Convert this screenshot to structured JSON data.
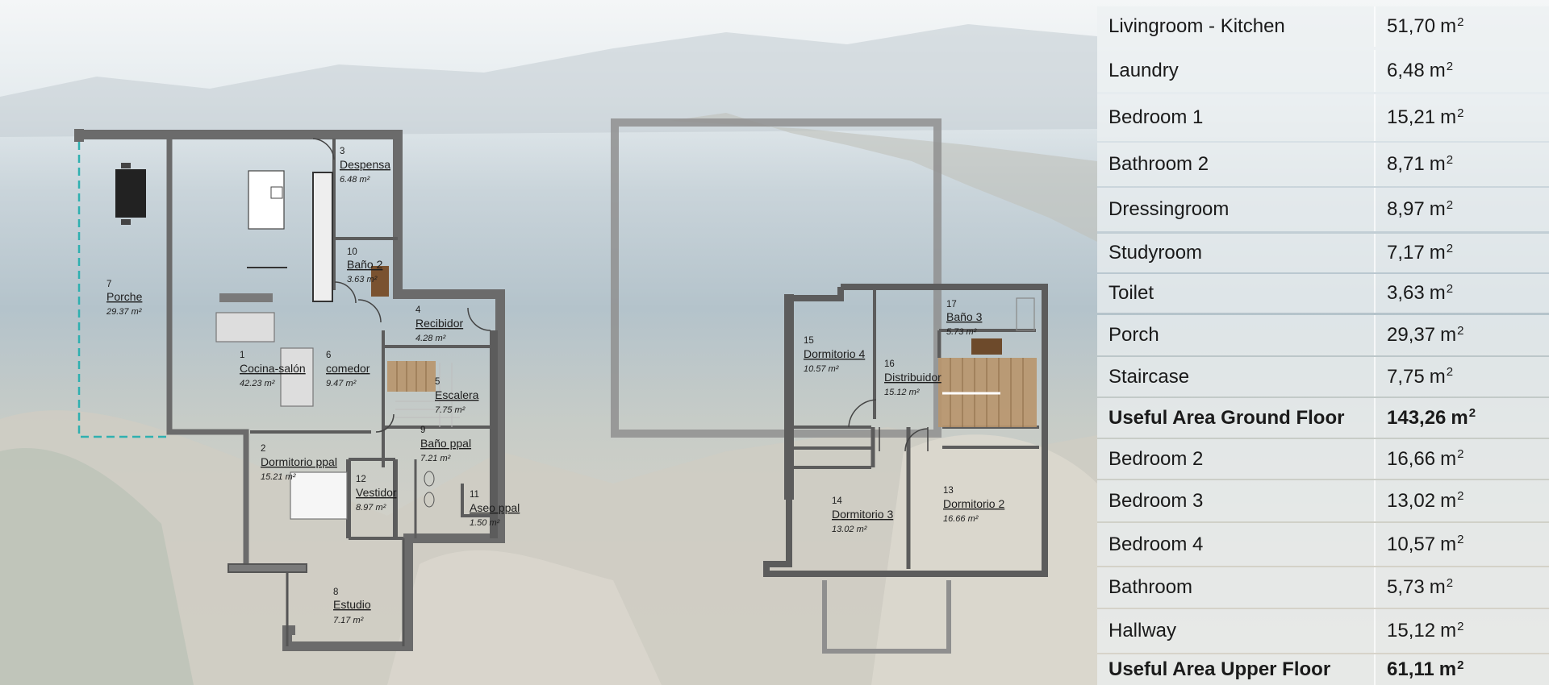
{
  "ground_floor_plan": {
    "rooms": [
      {
        "number": "7",
        "name": "Porche",
        "area": "29.37 m²"
      },
      {
        "number": "3",
        "name": "Despensa",
        "area": "6.48 m²"
      },
      {
        "number": "10",
        "name": "Baño 2",
        "area": "3.63 m²"
      },
      {
        "number": "4",
        "name": "Recibidor",
        "area": "4.28 m²"
      },
      {
        "number": "1",
        "name": "Cocina-salón",
        "area": "42.23 m²"
      },
      {
        "number": "6",
        "name": "comedor",
        "area": "9.47 m²"
      },
      {
        "number": "5",
        "name": "Escalera",
        "area": "7.75 m²"
      },
      {
        "number": "9",
        "name": "Baño ppal",
        "area": "7.21 m²"
      },
      {
        "number": "2",
        "name": "Dormitorio ppal",
        "area": "15.21 m²"
      },
      {
        "number": "12",
        "name": "Vestidor",
        "area": "8.97 m²"
      },
      {
        "number": "11",
        "name": "Aseo ppal",
        "area": "1.50 m²"
      },
      {
        "number": "8",
        "name": "Estudio",
        "area": "7.17 m²"
      }
    ]
  },
  "upper_floor_plan": {
    "rooms": [
      {
        "number": "17",
        "name": "Baño 3",
        "area": "5.73 m²"
      },
      {
        "number": "15",
        "name": "Dormitorio 4",
        "area": "10.57 m²"
      },
      {
        "number": "16",
        "name": "Distribuidor",
        "area": "15.12 m²"
      },
      {
        "number": "14",
        "name": "Dormitorio 3",
        "area": "13.02 m²"
      },
      {
        "number": "13",
        "name": "Dormitorio 2",
        "area": "16.66 m²"
      }
    ]
  },
  "area_table": {
    "unit": "m",
    "unit_exponent": "2",
    "rows": [
      {
        "label": "Livingroom - Kitchen",
        "value": "51,70",
        "total": false
      },
      {
        "label": "Laundry",
        "value": "6,48",
        "total": false
      },
      {
        "label": "Bedroom 1",
        "value": "15,21",
        "total": false
      },
      {
        "label": "Bathroom 2",
        "value": "8,71",
        "total": false
      },
      {
        "label": "Dressingroom",
        "value": "8,97",
        "total": false
      },
      {
        "label": "Studyroom",
        "value": "7,17",
        "total": false
      },
      {
        "label": "Toilet",
        "value": "3,63",
        "total": false
      },
      {
        "label": "Porch",
        "value": "29,37",
        "total": false
      },
      {
        "label": "Staircase",
        "value": "7,75",
        "total": false
      },
      {
        "label": "Useful Area Ground Floor",
        "value": "143,26",
        "total": true
      },
      {
        "label": "Bedroom 2",
        "value": "16,66",
        "total": false
      },
      {
        "label": "Bedroom 3",
        "value": "13,02",
        "total": false
      },
      {
        "label": "Bedroom 4",
        "value": "10,57",
        "total": false
      },
      {
        "label": "Bathroom",
        "value": "5,73",
        "total": false
      },
      {
        "label": "Hallway",
        "value": "15,12",
        "total": false
      },
      {
        "label": "Useful Area Upper Floor",
        "value": "61,11",
        "total": true
      }
    ]
  }
}
